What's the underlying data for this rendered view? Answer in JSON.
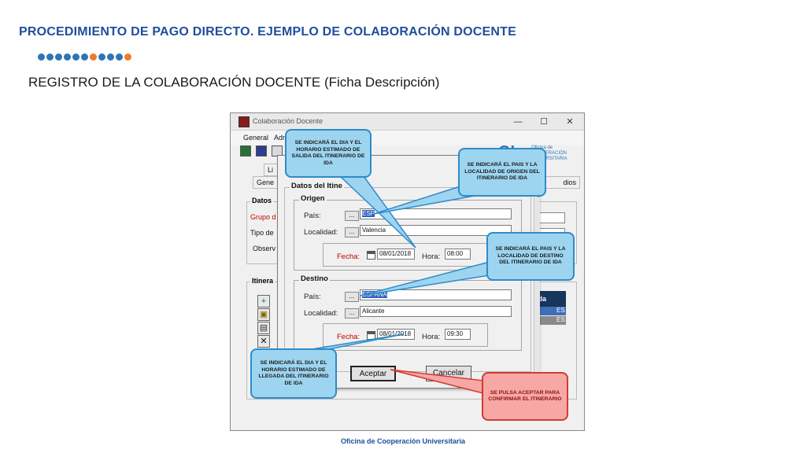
{
  "slide": {
    "title": "PROCEDIMIENTO DE PAGO DIRECTO. EJEMPLO DE COLABORACIÓN DOCENTE",
    "subtitle": "REGISTRO DE LA COLABORACIÓN DOCENTE (Ficha Descripción)",
    "footer": "Oficina de Cooperación Universitaria",
    "dot_colors": [
      "#2e75b6",
      "#2e75b6",
      "#2e75b6",
      "#2e75b6",
      "#2e75b6",
      "#2e75b6",
      "#f07a2a",
      "#2e75b6",
      "#2e75b6",
      "#2e75b6",
      "#f07a2a"
    ]
  },
  "window": {
    "title": "Colaboración Docente",
    "minimize": "—",
    "maximize": "☐",
    "close": "✕",
    "menu": [
      "General",
      "Adm"
    ],
    "logo_big": "OI",
    "logo_small_1": "Oficina de",
    "logo_small_2": "COOPERACIÓN",
    "logo_small_3": "UNIVERSITARIA"
  },
  "background_form": {
    "tab_li": "Li",
    "tab_gene": "Gene",
    "tab_dios": "dios",
    "group_datos": "Datos",
    "grupo_label": "Grupo d",
    "tipo_label": "Tipo de",
    "observ_label": "Observ",
    "group_itinerario": "Itinera",
    "grid_header": "ida",
    "grid_rows": [
      "ES",
      "ES"
    ]
  },
  "dialog": {
    "group_label": "Datos del Itine",
    "origen": {
      "label": "Origen",
      "pais_label": "País:",
      "pais_value": "ESP",
      "localidad_label": "Localidad:",
      "localidad_value": "Valencia",
      "fecha_label": "Fecha:",
      "fecha_value": "08/01/2018",
      "hora_label": "Hora:",
      "hora_value": "08:00"
    },
    "destino": {
      "label": "Destino",
      "pais_label": "País:",
      "pais_value": "ESPAÑA",
      "localidad_label": "Localidad:",
      "localidad_value": "Alicante",
      "fecha_label": "Fecha:",
      "fecha_value": "08/01/2018",
      "hora_label": "Hora:",
      "hora_value": "09:30"
    },
    "ellipsis": "...",
    "accept_button": "Aceptar",
    "cancel_button": "Cancelar"
  },
  "callouts": {
    "salida": "SE INDICARÁ EL DIA Y EL HORARIO ESTIMADO DE SALIDA DEL ITINERARIO DE IDA",
    "origen": "SE INDICARÁ EL PAIS Y LA LOCALIDAD DE ORIGEN DEL ITINERARIO DE IDA",
    "destino": "SE INDICARÁ EL PAIS Y LA LOCALIDAD DE DESTINO DEL ITINERARIO DE IDA",
    "llegada": "SE INDICARÁ EL DIA Y EL HORARIO ESTIMADO DE LLEGADA DEL ITINERARIO DE IDA",
    "aceptar": "SE PULSA ACEPTAR PARA CONFIRMAR EL ITINERARIO"
  }
}
